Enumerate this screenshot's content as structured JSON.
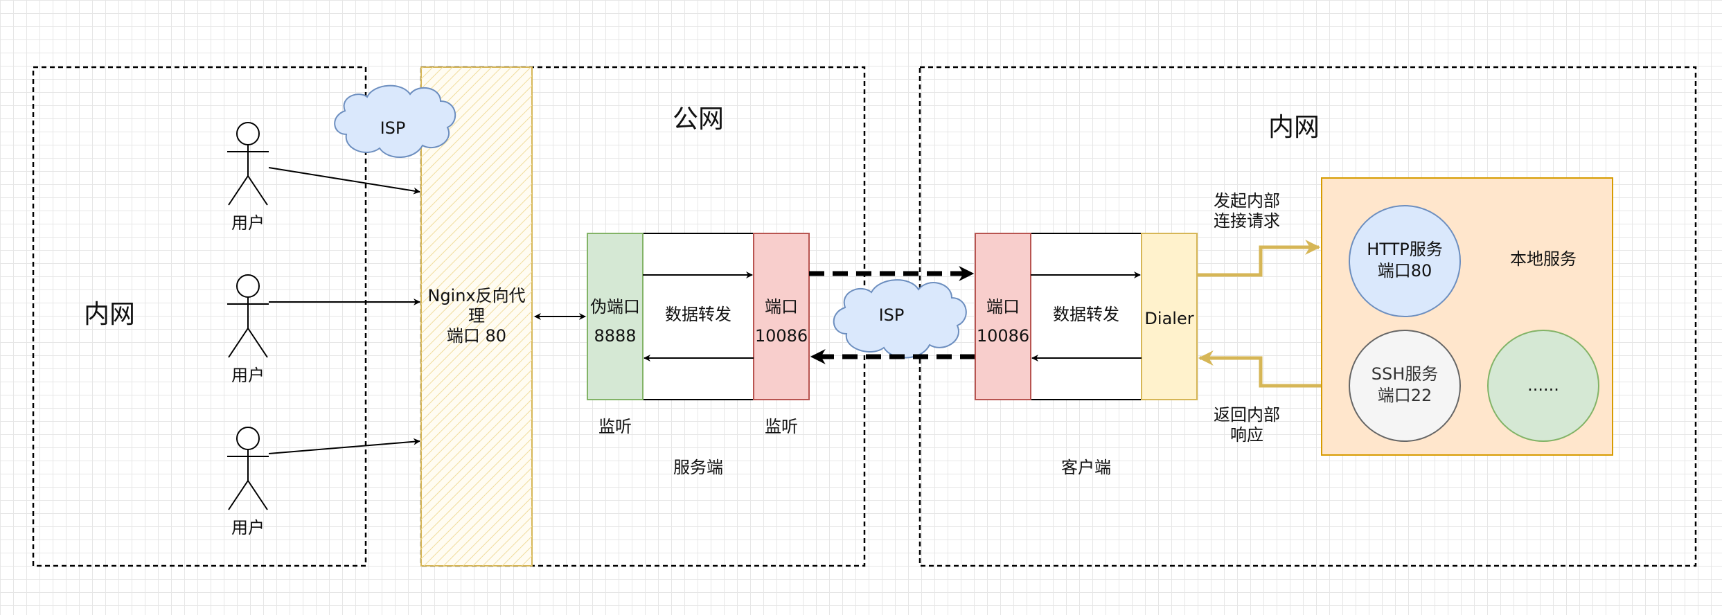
{
  "left_zone": {
    "title": "内网"
  },
  "public_zone": {
    "title": "公网",
    "server_label": "服务端"
  },
  "right_zone": {
    "title": "内网",
    "client_label": "客户端"
  },
  "users": [
    {
      "label": "用户"
    },
    {
      "label": "用户"
    },
    {
      "label": "用户"
    }
  ],
  "isp_top": {
    "label": "ISP"
  },
  "isp_middle": {
    "label": "ISP"
  },
  "nginx": {
    "line1": "Nginx反向代",
    "line2": "理",
    "line3": "端口 80"
  },
  "server": {
    "fake_port": {
      "line1": "伪端口",
      "line2": "8888",
      "caption": "监听"
    },
    "forward_label": "数据转发",
    "port": {
      "line1": "端口",
      "line2": "10086",
      "caption": "监听"
    }
  },
  "client": {
    "port": {
      "line1": "端口",
      "line2": "10086"
    },
    "forward_label": "数据转发",
    "dialer": "Dialer"
  },
  "request_label": {
    "line1": "发起内部",
    "line2": "连接请求"
  },
  "response_label": {
    "line1": "返回内部",
    "line2": "响应"
  },
  "local_services": {
    "title": "本地服务",
    "http": {
      "line1": "HTTP服务",
      "line2": "端口80"
    },
    "ssh": {
      "line1": "SSH服务",
      "line2": "端口22"
    },
    "more": "......"
  },
  "colors": {
    "nginx_border": "#d6b656",
    "nginx_fill": "#fff2cc",
    "fake_port_fill": "#d5e8d4",
    "fake_port_border": "#82b366",
    "port_fill": "#f8cecc",
    "port_border": "#b85450",
    "dialer_fill": "#fff2cc",
    "dialer_border": "#d6b656",
    "isp_fill": "#dae8fc",
    "isp_border": "#6c8ebf",
    "local_fill": "#ffe6cc",
    "local_border": "#d79b00",
    "gold_arrow": "#d6b656",
    "http_fill": "#dae8fc",
    "ssh_fill": "#f5f5f5",
    "more_fill": "#d5e8d4"
  }
}
